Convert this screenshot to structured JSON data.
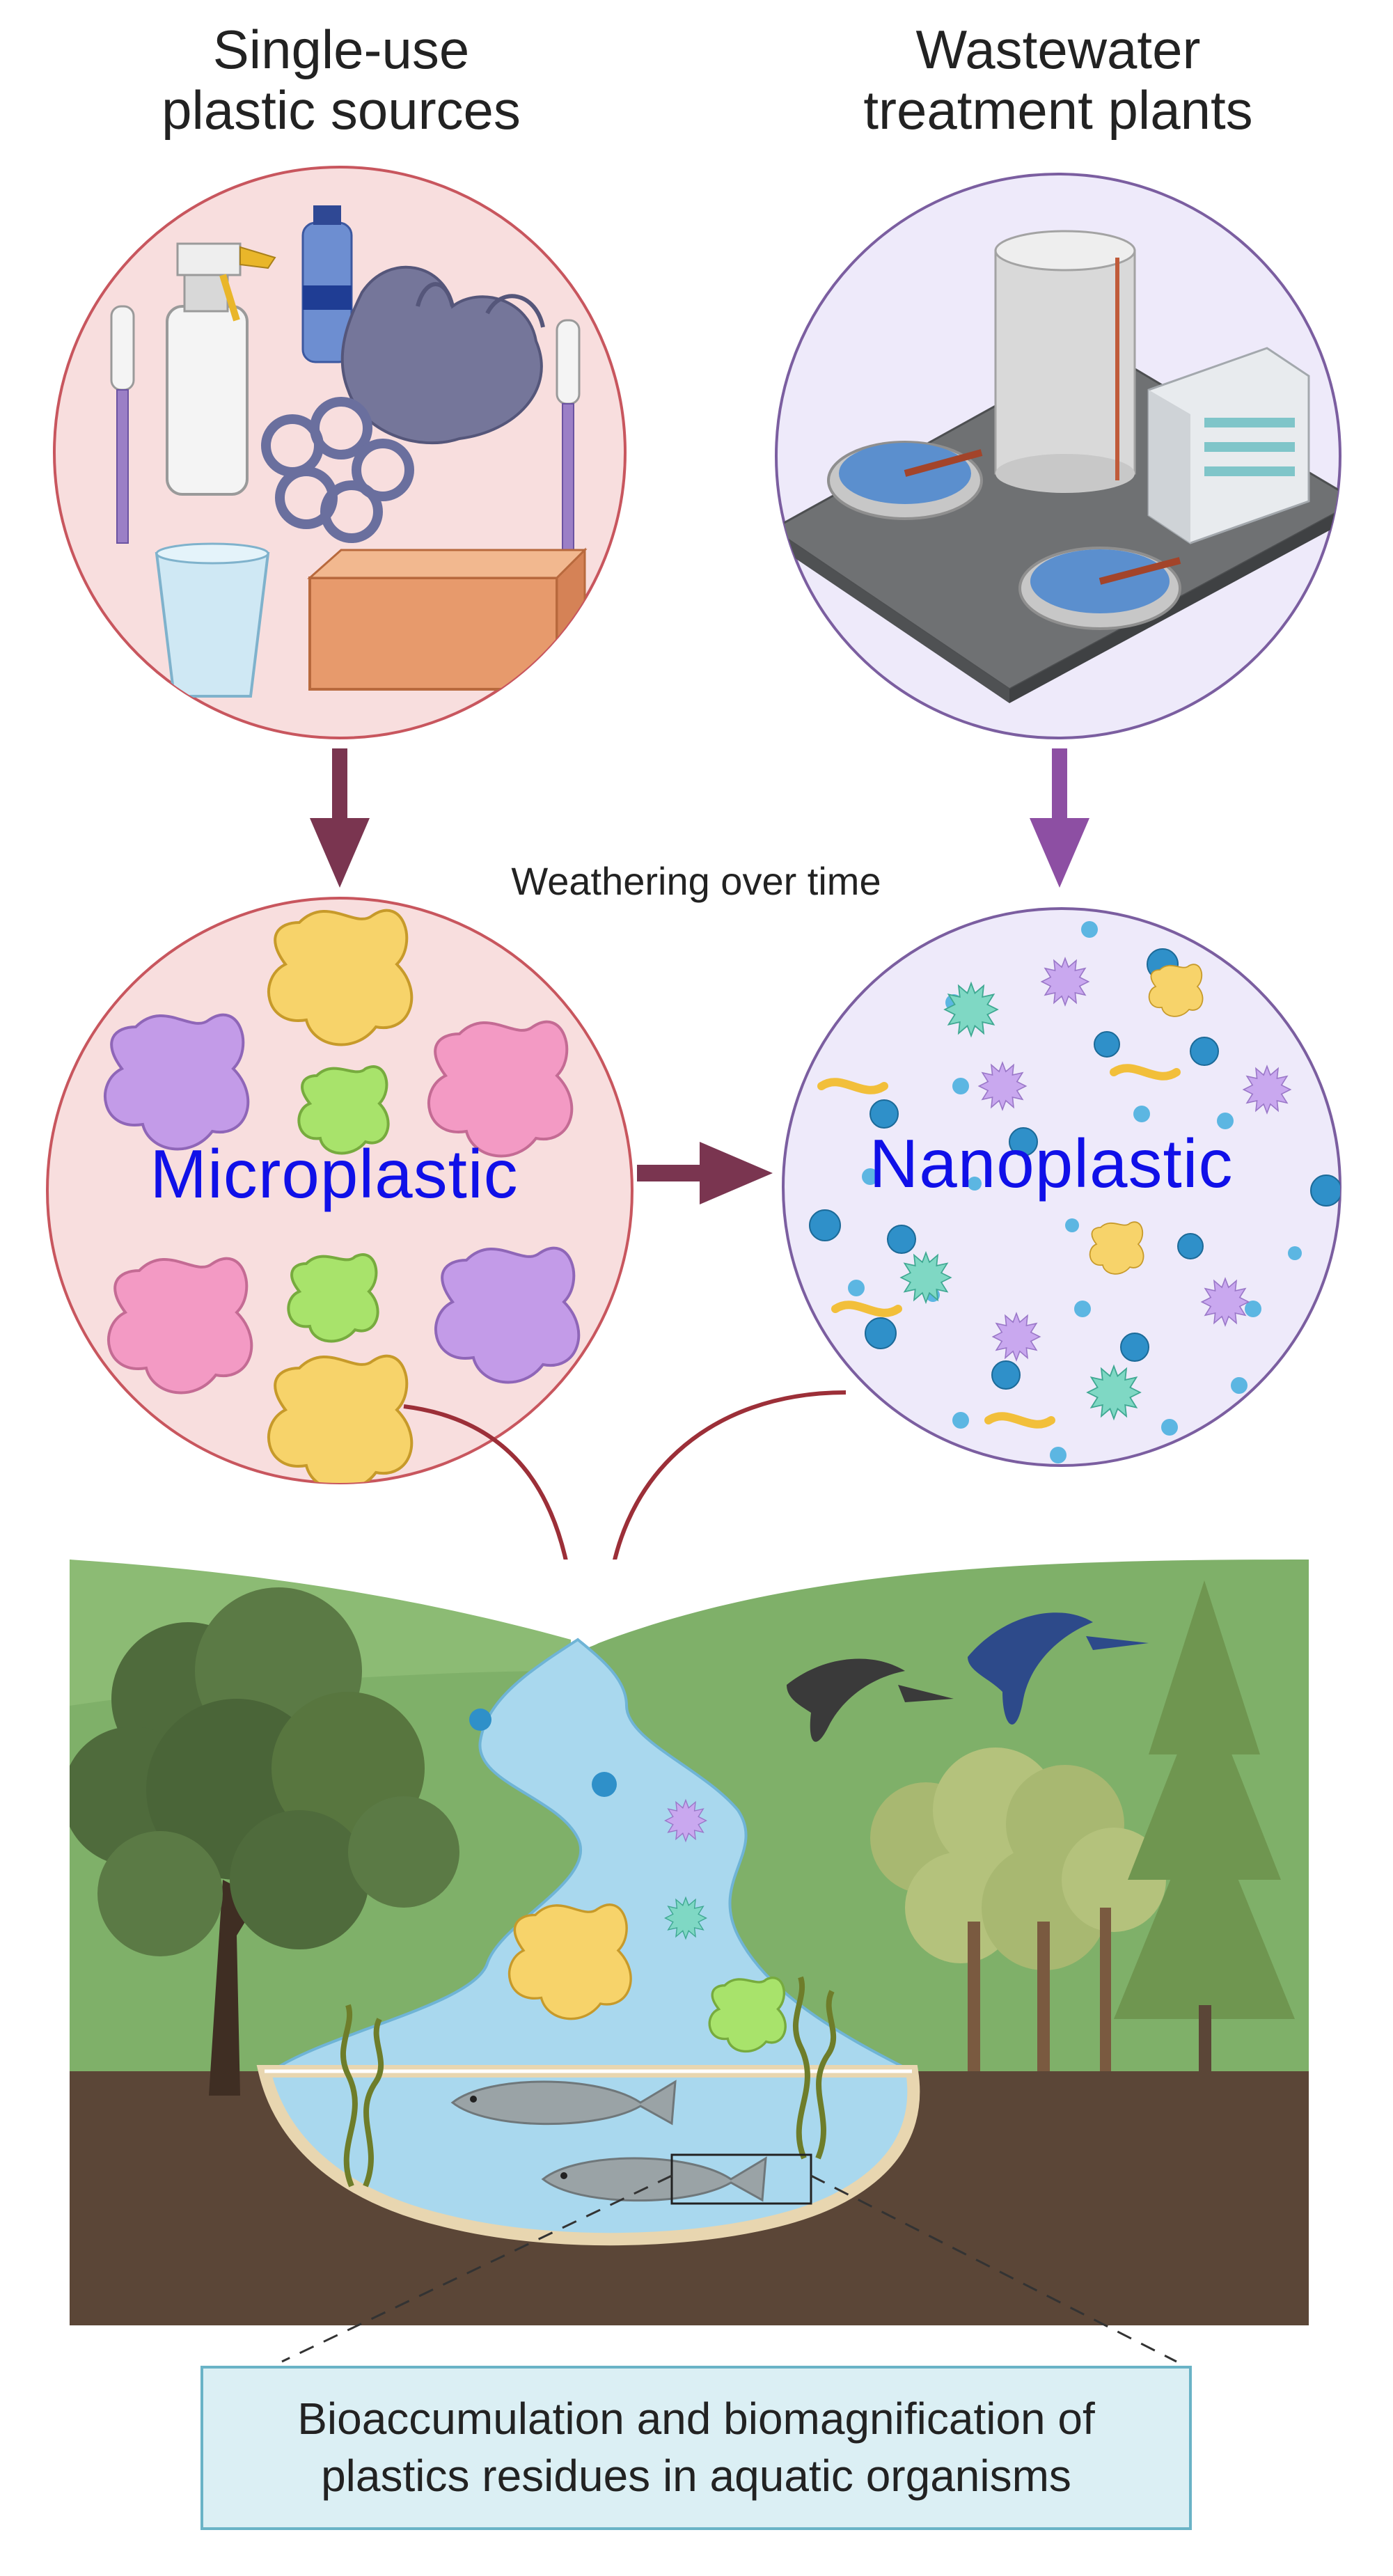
{
  "labels": {
    "single_use_line1": "Single-use",
    "single_use_line2": "plastic sources",
    "wastewater_line1": "Wastewater",
    "wastewater_line2": "treatment plants",
    "weathering": "Weathering over time",
    "microplastic": "Microplastic",
    "nanoplastic": "Nanoplastic",
    "bio_line1": "Bioaccumulation and biomagnification of",
    "bio_line2": "plastics residues in aquatic organisms"
  },
  "colors": {
    "source_circle_fill": "#f8dede",
    "source_circle_stroke": "#c8565e",
    "wwtp_circle_fill": "#eeeafa",
    "wwtp_circle_stroke": "#7b5ea0",
    "arrow_maroon": "#7a3550",
    "arrow_purple": "#8d4fa3",
    "curve_red": "#9c2f38",
    "big_text": "#1010e8",
    "hill_green": "#7fb069",
    "river": "#a9d8ee",
    "soil": "#5b4637",
    "box_fill": "#dbeff4",
    "box_stroke": "#6ab3c6"
  }
}
